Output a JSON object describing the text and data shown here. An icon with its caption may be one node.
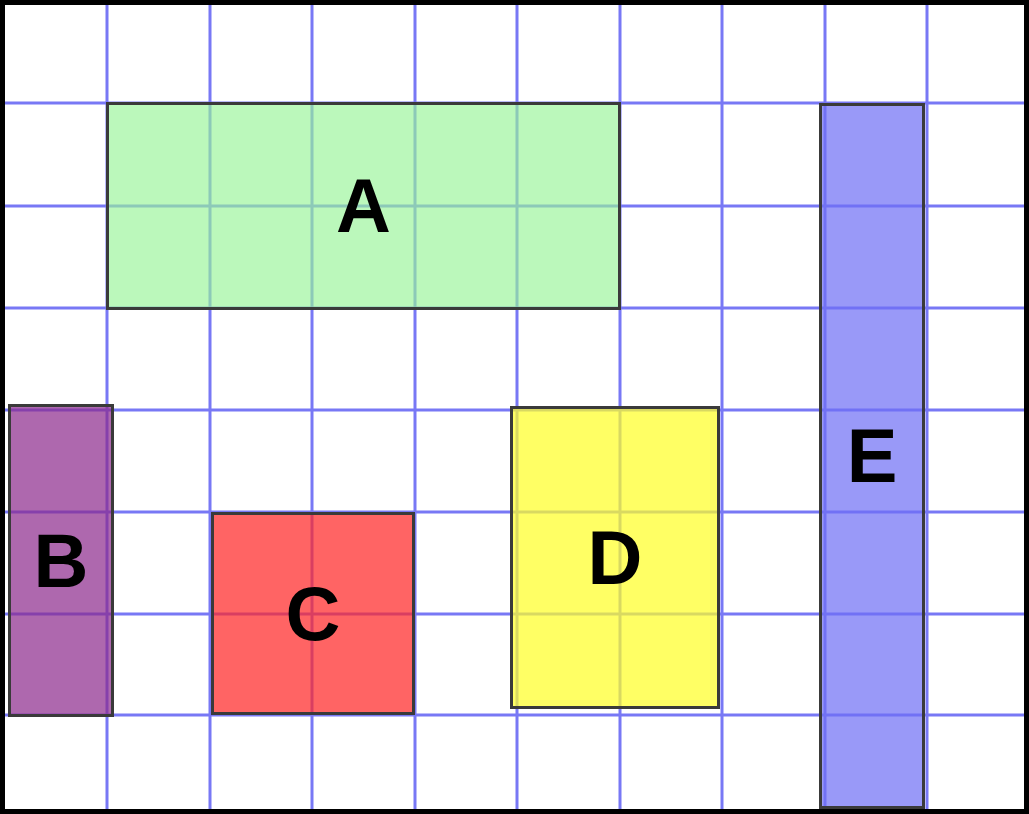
{
  "diagram": {
    "nodes": [
      {
        "text": [
          "A"
        ]
      },
      {
        "text": [
          "B"
        ]
      },
      {
        "text": [
          "C"
        ]
      },
      {
        "text": [
          "D"
        ]
      },
      {
        "text": [
          "E"
        ]
      }
    ],
    "edges": []
  }
}
